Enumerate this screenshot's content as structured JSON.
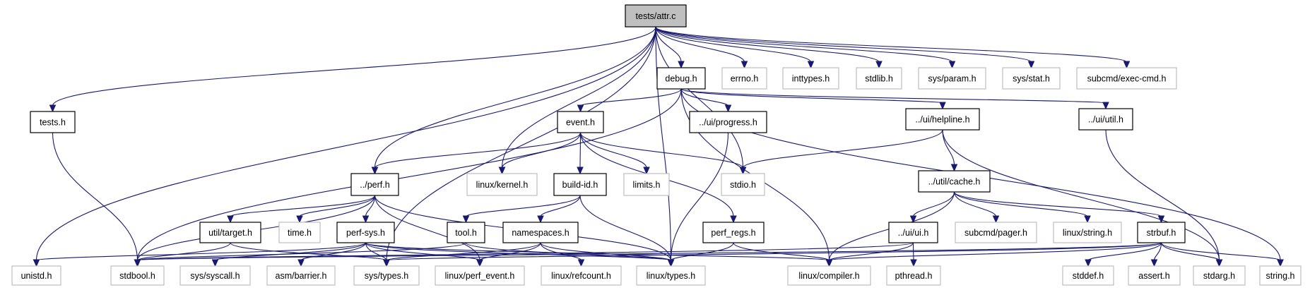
{
  "title": "tests/attr.c include dependency graph",
  "colors": {
    "edge": "#191970",
    "root_fill": "#bfbfbf",
    "internal_border": "#000000",
    "external_border": "#bfbfbf"
  },
  "nodes": [
    {
      "id": "attr_c",
      "label": "tests/attr.c",
      "kind": "root"
    },
    {
      "id": "tests_h",
      "label": "tests.h",
      "kind": "solid"
    },
    {
      "id": "debug_h",
      "label": "debug.h",
      "kind": "solid"
    },
    {
      "id": "errno_h",
      "label": "errno.h",
      "kind": "ext"
    },
    {
      "id": "inttypes_h",
      "label": "inttypes.h",
      "kind": "ext"
    },
    {
      "id": "stdlib_h",
      "label": "stdlib.h",
      "kind": "ext"
    },
    {
      "id": "sys_param_h",
      "label": "sys/param.h",
      "kind": "ext"
    },
    {
      "id": "sys_stat_h",
      "label": "sys/stat.h",
      "kind": "ext"
    },
    {
      "id": "exec_cmd_h",
      "label": "subcmd/exec-cmd.h",
      "kind": "ext"
    },
    {
      "id": "event_h",
      "label": "event.h",
      "kind": "solid"
    },
    {
      "id": "progress_h",
      "label": "../ui/progress.h",
      "kind": "solid"
    },
    {
      "id": "helpline_h",
      "label": "../ui/helpline.h",
      "kind": "solid"
    },
    {
      "id": "ui_util_h",
      "label": "../ui/util.h",
      "kind": "solid"
    },
    {
      "id": "perf_h",
      "label": "../perf.h",
      "kind": "solid"
    },
    {
      "id": "linux_kernel_h",
      "label": "linux/kernel.h",
      "kind": "ext"
    },
    {
      "id": "build_id_h",
      "label": "build-id.h",
      "kind": "solid"
    },
    {
      "id": "limits_h",
      "label": "limits.h",
      "kind": "ext"
    },
    {
      "id": "stdio_h",
      "label": "stdio.h",
      "kind": "ext"
    },
    {
      "id": "cache_h",
      "label": "../util/cache.h",
      "kind": "solid"
    },
    {
      "id": "target_h",
      "label": "util/target.h",
      "kind": "solid"
    },
    {
      "id": "time_h",
      "label": "time.h",
      "kind": "ext"
    },
    {
      "id": "perf_sys_h",
      "label": "perf-sys.h",
      "kind": "solid"
    },
    {
      "id": "tool_h",
      "label": "tool.h",
      "kind": "solid"
    },
    {
      "id": "namespaces_h",
      "label": "namespaces.h",
      "kind": "solid"
    },
    {
      "id": "perf_regs_h",
      "label": "perf_regs.h",
      "kind": "solid"
    },
    {
      "id": "ui_h",
      "label": "../ui/ui.h",
      "kind": "solid"
    },
    {
      "id": "pager_h",
      "label": "subcmd/pager.h",
      "kind": "ext"
    },
    {
      "id": "linux_string_h",
      "label": "linux/string.h",
      "kind": "ext"
    },
    {
      "id": "strbuf_h",
      "label": "strbuf.h",
      "kind": "solid"
    },
    {
      "id": "unistd_h",
      "label": "unistd.h",
      "kind": "ext"
    },
    {
      "id": "stdbool_h",
      "label": "stdbool.h",
      "kind": "ext"
    },
    {
      "id": "syscall_h",
      "label": "sys/syscall.h",
      "kind": "ext"
    },
    {
      "id": "barrier_h",
      "label": "asm/barrier.h",
      "kind": "ext"
    },
    {
      "id": "sys_types_h",
      "label": "sys/types.h",
      "kind": "ext"
    },
    {
      "id": "perf_event_h",
      "label": "linux/perf_event.h",
      "kind": "ext"
    },
    {
      "id": "refcount_h",
      "label": "linux/refcount.h",
      "kind": "ext"
    },
    {
      "id": "linux_types_h",
      "label": "linux/types.h",
      "kind": "ext"
    },
    {
      "id": "compiler_h",
      "label": "linux/compiler.h",
      "kind": "ext"
    },
    {
      "id": "pthread_h",
      "label": "pthread.h",
      "kind": "ext"
    },
    {
      "id": "stddef_h",
      "label": "stddef.h",
      "kind": "ext"
    },
    {
      "id": "assert_h",
      "label": "assert.h",
      "kind": "ext"
    },
    {
      "id": "stdarg_h",
      "label": "stdarg.h",
      "kind": "ext"
    },
    {
      "id": "string_h",
      "label": "string.h",
      "kind": "ext"
    }
  ],
  "edges": [
    [
      "attr_c",
      "unistd_h"
    ],
    [
      "attr_c",
      "tests_h"
    ],
    [
      "attr_c",
      "sys_types_h"
    ],
    [
      "attr_c",
      "perf_h"
    ],
    [
      "attr_c",
      "linux_types_h"
    ],
    [
      "attr_c",
      "linux_kernel_h"
    ],
    [
      "attr_c",
      "stdio_h"
    ],
    [
      "attr_c",
      "debug_h"
    ],
    [
      "attr_c",
      "errno_h"
    ],
    [
      "attr_c",
      "inttypes_h"
    ],
    [
      "attr_c",
      "stdlib_h"
    ],
    [
      "attr_c",
      "sys_param_h"
    ],
    [
      "attr_c",
      "sys_stat_h"
    ],
    [
      "attr_c",
      "exec_cmd_h"
    ],
    [
      "tests_h",
      "stdbool_h"
    ],
    [
      "debug_h",
      "stdbool_h"
    ],
    [
      "debug_h",
      "event_h"
    ],
    [
      "debug_h",
      "progress_h"
    ],
    [
      "debug_h",
      "helpline_h"
    ],
    [
      "debug_h",
      "ui_util_h"
    ],
    [
      "debug_h",
      "compiler_h"
    ],
    [
      "debug_h",
      "string_h"
    ],
    [
      "event_h",
      "perf_h"
    ],
    [
      "event_h",
      "linux_kernel_h"
    ],
    [
      "event_h",
      "build_id_h"
    ],
    [
      "event_h",
      "limits_h"
    ],
    [
      "event_h",
      "stdio_h"
    ],
    [
      "event_h",
      "perf_regs_h"
    ],
    [
      "progress_h",
      "linux_types_h"
    ],
    [
      "helpline_h",
      "stdio_h"
    ],
    [
      "helpline_h",
      "cache_h"
    ],
    [
      "helpline_h",
      "stdarg_h"
    ],
    [
      "ui_util_h",
      "stdarg_h"
    ],
    [
      "perf_h",
      "stdbool_h"
    ],
    [
      "perf_h",
      "target_h"
    ],
    [
      "perf_h",
      "time_h"
    ],
    [
      "perf_h",
      "perf_sys_h"
    ],
    [
      "perf_h",
      "perf_event_h"
    ],
    [
      "perf_h",
      "linux_types_h"
    ],
    [
      "build_id_h",
      "tool_h"
    ],
    [
      "build_id_h",
      "namespaces_h"
    ],
    [
      "build_id_h",
      "linux_types_h"
    ],
    [
      "cache_h",
      "compiler_h"
    ],
    [
      "cache_h",
      "ui_h"
    ],
    [
      "cache_h",
      "pager_h"
    ],
    [
      "cache_h",
      "linux_string_h"
    ],
    [
      "cache_h",
      "strbuf_h"
    ],
    [
      "target_h",
      "stdbool_h"
    ],
    [
      "target_h",
      "sys_types_h"
    ],
    [
      "perf_sys_h",
      "unistd_h"
    ],
    [
      "perf_sys_h",
      "sys_types_h"
    ],
    [
      "perf_sys_h",
      "syscall_h"
    ],
    [
      "perf_sys_h",
      "barrier_h"
    ],
    [
      "perf_sys_h",
      "perf_event_h"
    ],
    [
      "perf_sys_h",
      "linux_types_h"
    ],
    [
      "perf_sys_h",
      "compiler_h"
    ],
    [
      "tool_h",
      "stdbool_h"
    ],
    [
      "tool_h",
      "linux_types_h"
    ],
    [
      "namespaces_h",
      "sys_types_h"
    ],
    [
      "namespaces_h",
      "perf_event_h"
    ],
    [
      "namespaces_h",
      "refcount_h"
    ],
    [
      "namespaces_h",
      "linux_types_h"
    ],
    [
      "perf_regs_h",
      "linux_types_h"
    ],
    [
      "perf_regs_h",
      "compiler_h"
    ],
    [
      "ui_h",
      "stdbool_h"
    ],
    [
      "ui_h",
      "compiler_h"
    ],
    [
      "ui_h",
      "pthread_h"
    ],
    [
      "strbuf_h",
      "stdbool_h"
    ],
    [
      "strbuf_h",
      "sys_types_h"
    ],
    [
      "strbuf_h",
      "compiler_h"
    ],
    [
      "strbuf_h",
      "stddef_h"
    ],
    [
      "strbuf_h",
      "assert_h"
    ],
    [
      "strbuf_h",
      "stdarg_h"
    ],
    [
      "strbuf_h",
      "string_h"
    ]
  ]
}
